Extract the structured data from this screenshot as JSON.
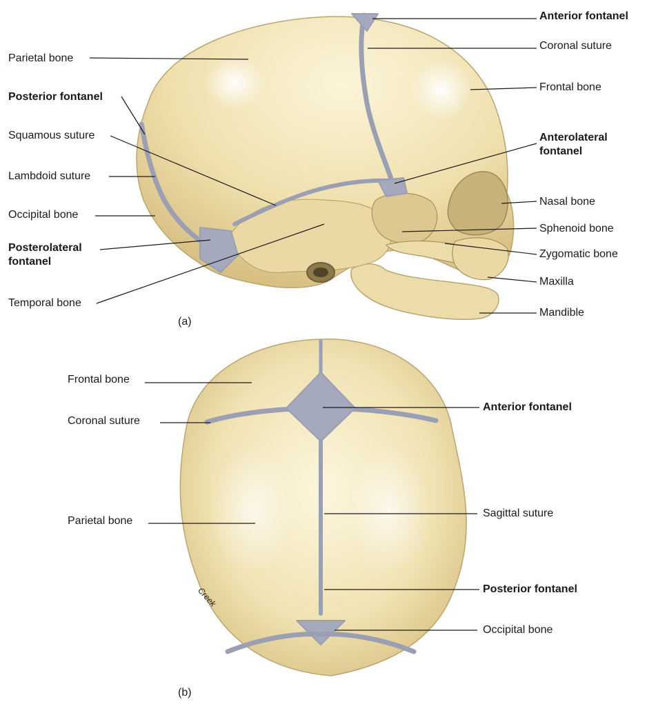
{
  "figure_a": {
    "caption": "(a)",
    "labels": {
      "parietal_bone": "Parietal bone",
      "posterior_fontanel": "Posterior fontanel",
      "squamous_suture": "Squamous suture",
      "lambdoid_suture": "Lambdoid suture",
      "occipital_bone": "Occipital bone",
      "posterolateral_fontanel_1": "Posterolateral",
      "posterolateral_fontanel_2": "fontanel",
      "temporal_bone": "Temporal bone",
      "anterior_fontanel": "Anterior fontanel",
      "coronal_suture": "Coronal suture",
      "frontal_bone": "Frontal bone",
      "anterolateral_fontanel_1": "Anterolateral",
      "anterolateral_fontanel_2": "fontanel",
      "nasal_bone": "Nasal bone",
      "sphenoid_bone": "Sphenoid bone",
      "zygomatic_bone": "Zygomatic bone",
      "maxilla": "Maxilla",
      "mandible": "Mandible"
    }
  },
  "figure_b": {
    "caption": "(b)",
    "labels": {
      "frontal_bone": "Frontal bone",
      "coronal_suture": "Coronal suture",
      "parietal_bone": "Parietal bone",
      "anterior_fontanel": "Anterior fontanel",
      "sagittal_suture": "Sagittal suture",
      "posterior_fontanel": "Posterior fontanel",
      "occipital_bone": "Occipital bone"
    },
    "signature": "Creek"
  },
  "colors": {
    "bone": "#efe2b4",
    "bone_shade": "#d9c48c",
    "suture": "#9a9fb3"
  }
}
